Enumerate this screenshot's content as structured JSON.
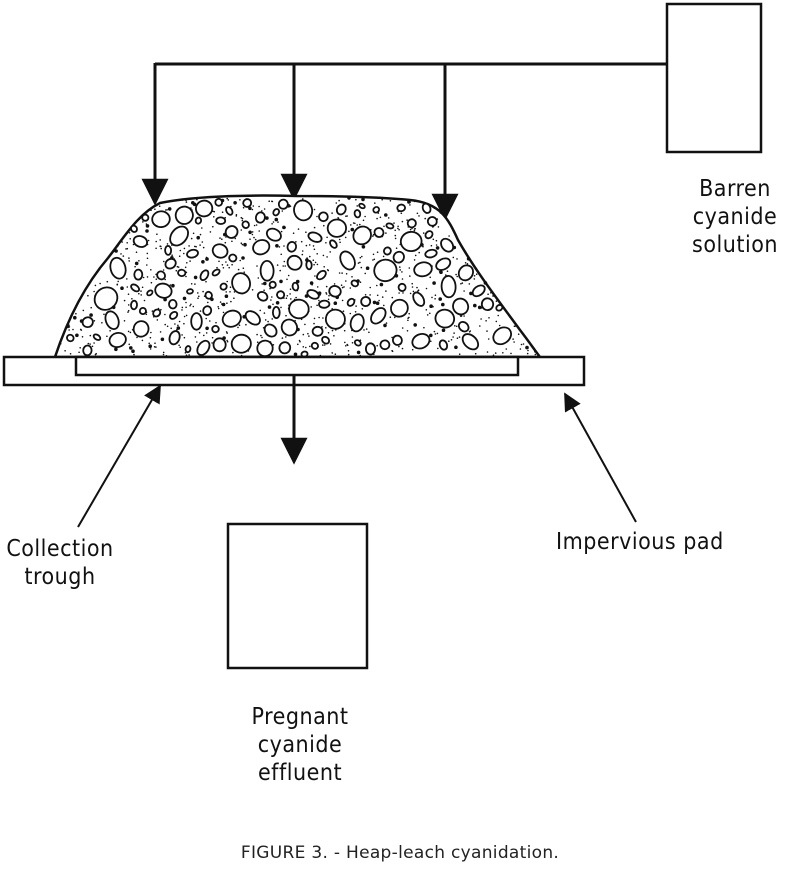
{
  "labels": {
    "barren": [
      "Barren",
      "cyanide",
      "solution"
    ],
    "collection": [
      "Collection",
      "trough"
    ],
    "impervious": "Impervious pad",
    "pregnant": [
      "Pregnant",
      "cyanide",
      "effluent"
    ]
  },
  "caption": "FIGURE 3. - Heap-leach cyanidation.",
  "colors": {
    "line": "#111111",
    "fill": "#ffffff"
  }
}
